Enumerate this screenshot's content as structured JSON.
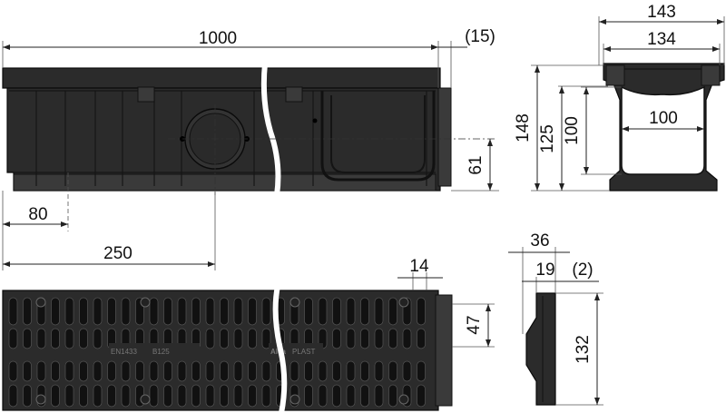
{
  "dimensions": {
    "length": "1000",
    "length_extra": "(15)",
    "offset_80": "80",
    "offset_250": "250",
    "outlet_height": "61",
    "width_outer": "143",
    "width_inner": "134",
    "height_148": "148",
    "height_125": "125",
    "height_100": "100",
    "channel_width": "100",
    "grate_gap": "14",
    "grate_end": "47",
    "grate_thickness": "36",
    "grate_inner": "19",
    "grate_offset": "(2)",
    "grate_width": "132"
  },
  "grate_marking": {
    "standard": "EN1433",
    "class": "B125",
    "brand": "Alca",
    "brand_suffix": "PLAST"
  },
  "colors": {
    "body": "#2b2b2b",
    "line": "#222222",
    "background": "#ffffff"
  }
}
